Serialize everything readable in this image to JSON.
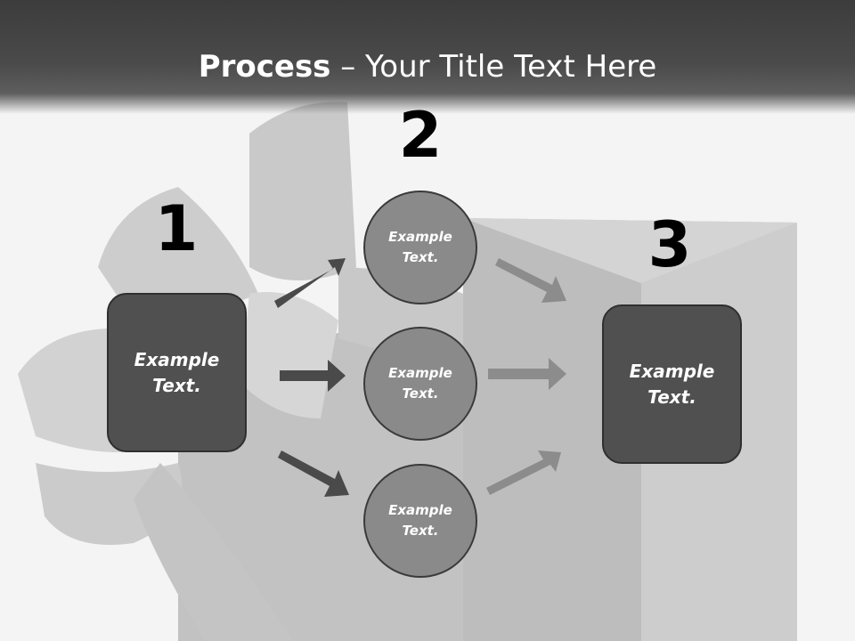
{
  "slide": {
    "title_bold": "Process",
    "title_rest": " – Your Title Text Here"
  },
  "steps": {
    "step1": "1",
    "step2": "2",
    "step3": "3"
  },
  "boxes": {
    "left": [
      "Example",
      "Text."
    ],
    "right": [
      "Example",
      "Text."
    ]
  },
  "circles": {
    "top": [
      "Example",
      "Text."
    ],
    "middle": [
      "Example",
      "Text."
    ],
    "bottom": [
      "Example",
      "Text."
    ]
  },
  "colors": {
    "header": "#3c3c3c",
    "box_fill": "#505050",
    "circle_fill": "#8a8a8a",
    "arrow_dark": "#4a4a4a",
    "arrow_light": "#8c8c8c"
  }
}
